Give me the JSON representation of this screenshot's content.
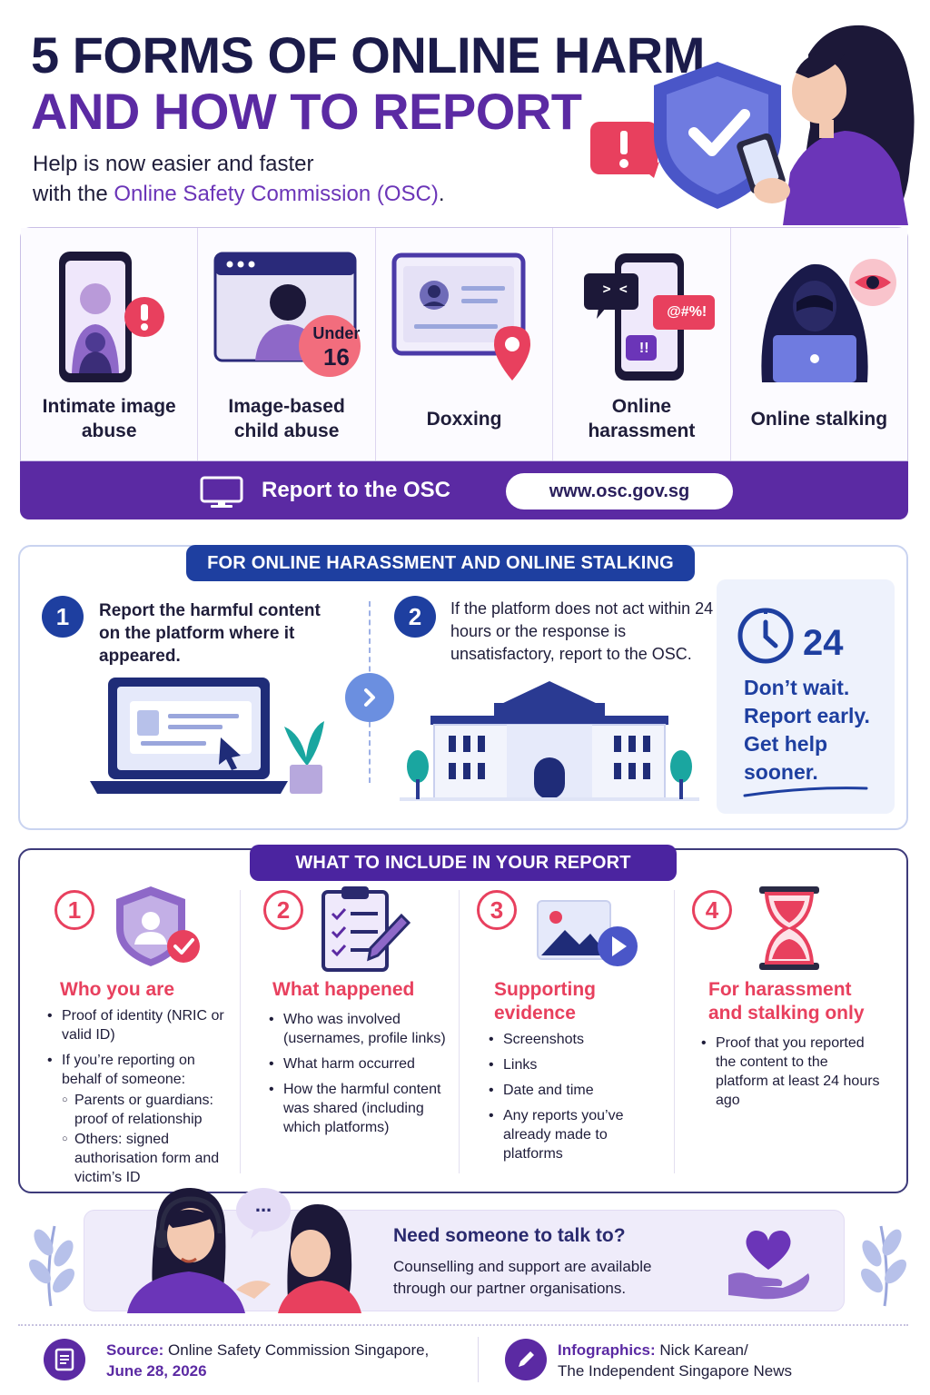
{
  "header": {
    "title_line1": "5 FORMS OF ONLINE HARM",
    "title_line2": "AND HOW TO REPORT",
    "subtitle_pre": "Help is now easier and faster",
    "subtitle_with": "with the ",
    "subtitle_accent": "Online Safety Commission (OSC)",
    "subtitle_end": "."
  },
  "forms": {
    "items": [
      {
        "label": "Intimate image abuse",
        "icon": "phone-alert-icon"
      },
      {
        "label": "Image-based child abuse",
        "icon": "child-window-icon",
        "badge_top": "Under",
        "badge_num": "16"
      },
      {
        "label": "Doxxing",
        "icon": "id-card-location-icon"
      },
      {
        "label": "Online harassment",
        "icon": "chat-harassment-icon",
        "chat1": "> <",
        "chat2": "@#%!",
        "chat3": "!!"
      },
      {
        "label": "Online stalking",
        "icon": "hooded-figure-icon"
      }
    ],
    "report_text": "Report to the OSC",
    "report_url": "www.osc.gov.sg"
  },
  "harassment_section": {
    "title": "FOR ONLINE HARASSMENT AND ONLINE STALKING",
    "step1_num": "1",
    "step1_text": "Report the harmful content on the platform where it appeared.",
    "step2_num": "2",
    "step2_text": "If the platform does not act within 24 hours or the response is unsatisfactory, report to the OSC.",
    "wait_hours": "24",
    "wait_text": "Don’t wait. Report early. Get help sooner."
  },
  "include_section": {
    "title": "WHAT TO INCLUDE IN YOUR REPORT",
    "col1": {
      "num": "1",
      "title": "Who you are",
      "b1": "Proof of identity (NRIC or valid ID)",
      "b2": "If you’re reporting on behalf of someone:",
      "s1": "Parents or guardians: proof of relationship",
      "s2": "Others: signed authorisation form and victim’s ID"
    },
    "col2": {
      "num": "2",
      "title": "What happened",
      "b1": "Who was involved (usernames, profile links)",
      "b2": "What harm occurred",
      "b3": "How the harmful content was shared (including which platforms)"
    },
    "col3": {
      "num": "3",
      "title": "Supporting evidence",
      "b1": "Screenshots",
      "b2": "Links",
      "b3": "Date and time",
      "b4": "Any reports you’ve already made to platforms"
    },
    "col4": {
      "num": "4",
      "title": "For harassment and stalking only",
      "b1": "Proof that you reported the content to the platform at least 24 hours ago"
    }
  },
  "support": {
    "title": "Need someone to talk to?",
    "text": "Counselling and support are available through our partner organisations.",
    "bubble": "..."
  },
  "footer": {
    "source_label": "Source:",
    "source_text": "Online Safety Commission Singapore,",
    "source_date": "June 28, 2026",
    "credit_label": "Infographics:",
    "credit_text": "Nick Karean/",
    "credit_org": "The Independent Singapore News"
  },
  "colors": {
    "navy": "#1b1b4a",
    "purple": "#5b2aa3",
    "blue": "#1e3fa0",
    "pink": "#e8405e"
  }
}
